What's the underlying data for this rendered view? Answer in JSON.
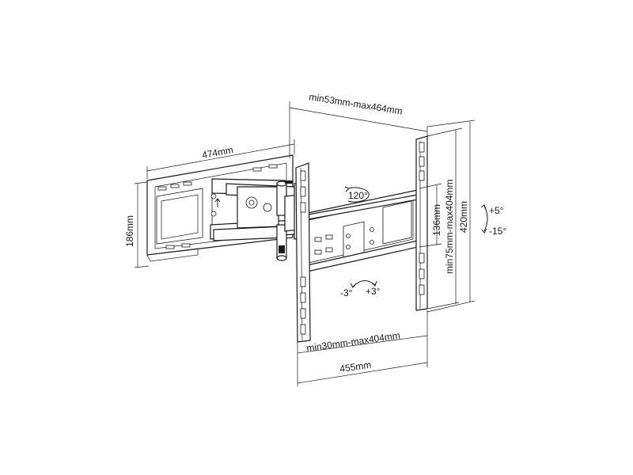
{
  "dimensions": {
    "top_width": "min53mm-max464mm",
    "arm_length": "474mm",
    "wall_plate_height": "186mm",
    "vertical_spacing_small": "136mm",
    "vertical_spacing_range": "min75mm-max404mm",
    "bracket_height": "420mm",
    "horizontal_spacing_range": "min30mm-max404mm",
    "bracket_width": "455mm"
  },
  "angles": {
    "swivel": "120°",
    "rotation_left": "-3°",
    "rotation_right": "+3°",
    "tilt_up": "+5°",
    "tilt_down": "-15°"
  }
}
